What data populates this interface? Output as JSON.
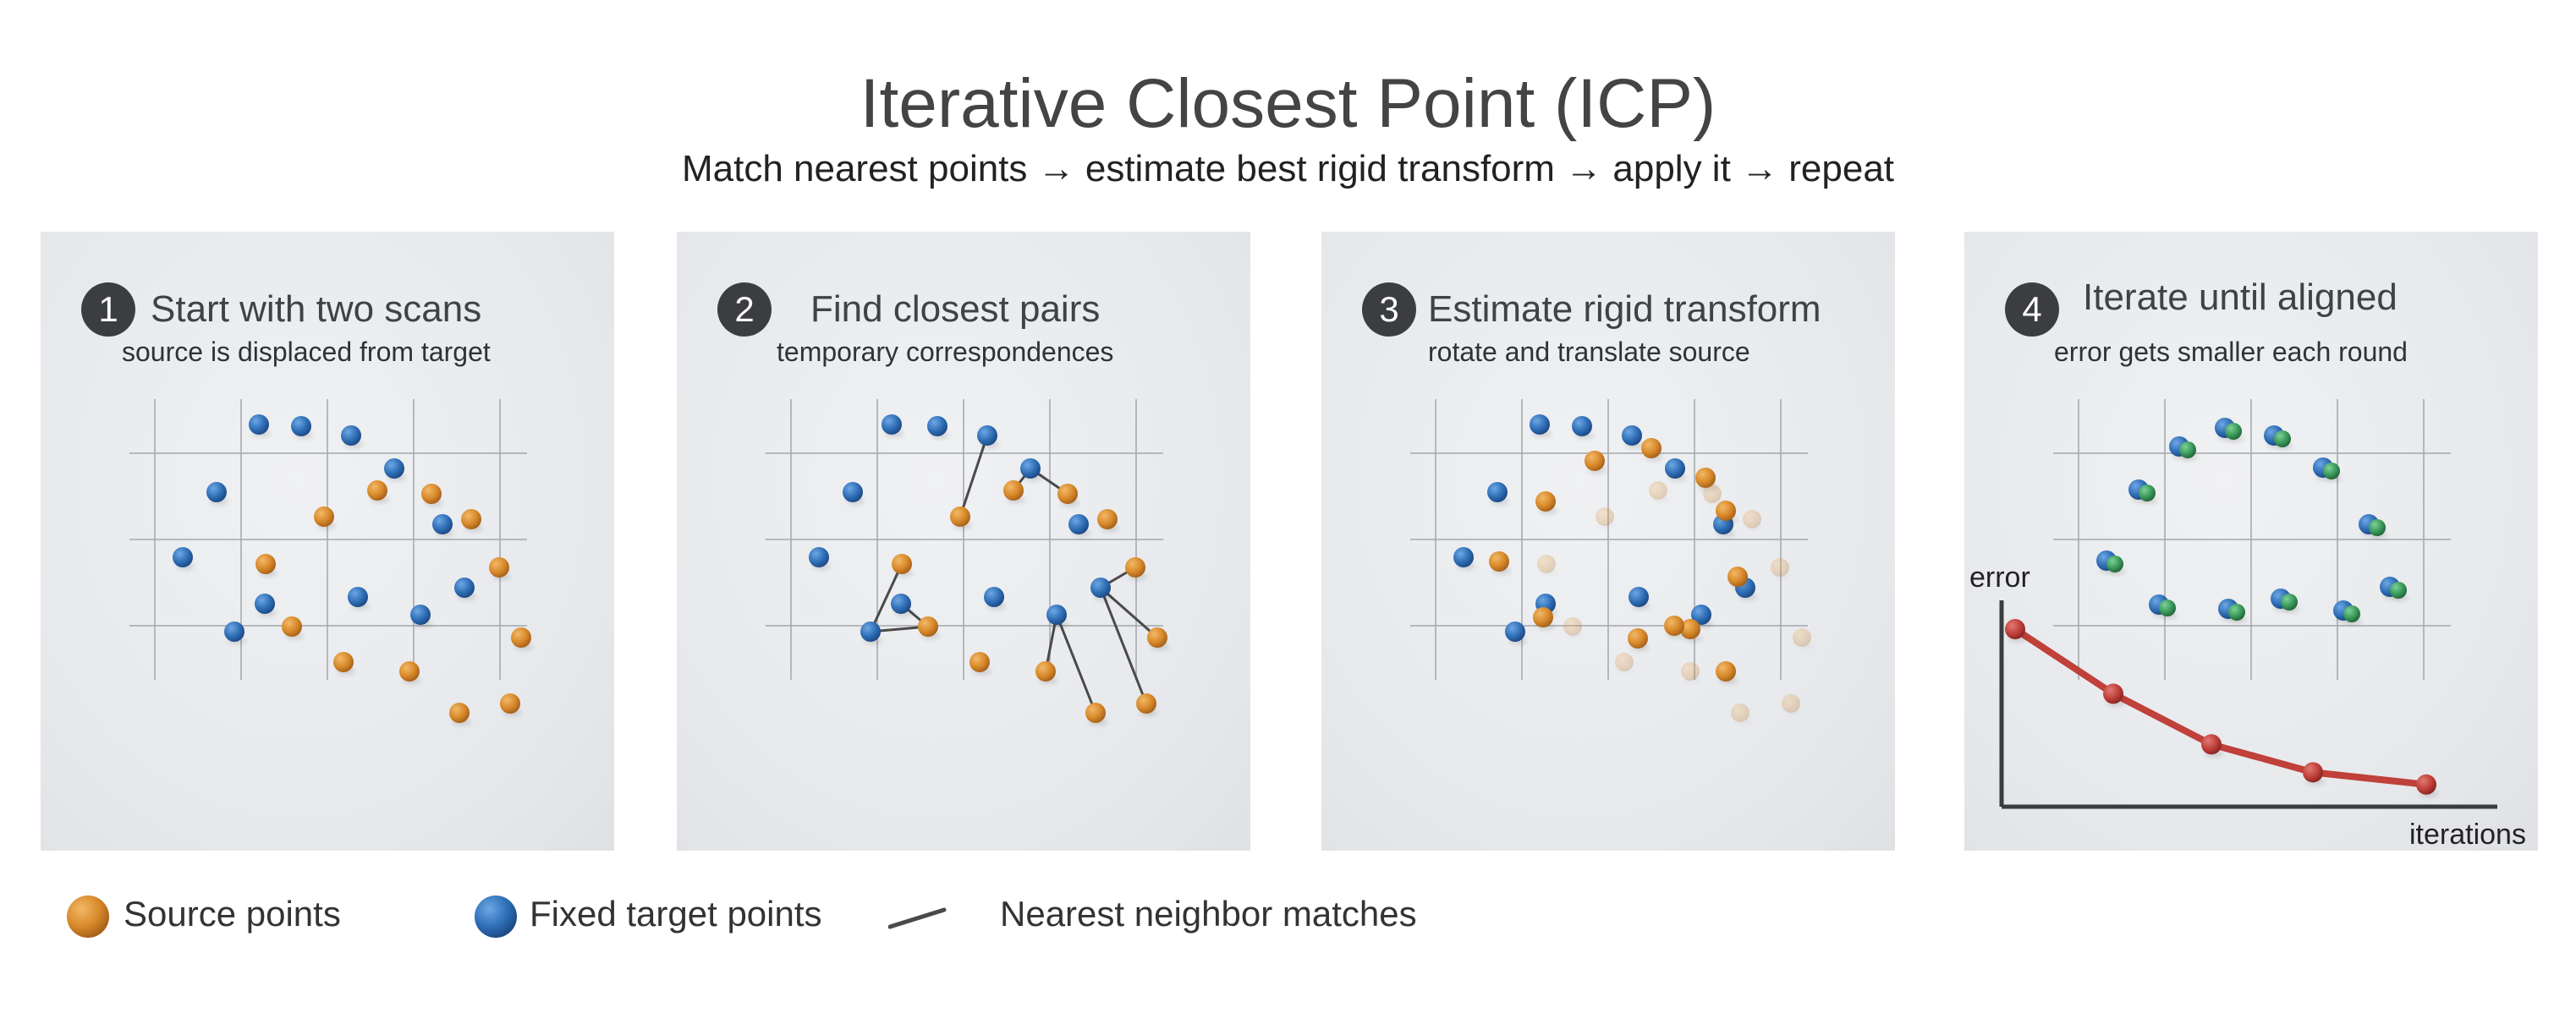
{
  "title": "Iterative Closest Point (ICP)",
  "subtitle": "Match nearest points → estimate best rigid transform → apply it → repeat",
  "panels": [
    {
      "number": "1",
      "title": "Start with two scans",
      "caption": "source is displaced from target"
    },
    {
      "number": "2",
      "title": "Find closest pairs",
      "caption": "temporary correspondences"
    },
    {
      "number": "3",
      "title": "Estimate rigid transform",
      "caption": "rotate and translate source"
    },
    {
      "number": "4",
      "title": "Iterate until aligned",
      "caption": "error gets smaller each round"
    }
  ],
  "error_plot": {
    "ylabel": "error",
    "xlabel": "iterations",
    "values": [
      1.0,
      0.63,
      0.34,
      0.18,
      0.11
    ]
  },
  "legend": {
    "source_label": "Source points",
    "target_label": "Fixed target points",
    "match_label": "Nearest neighbor matches"
  },
  "colors": {
    "source": "#d8892a",
    "target": "#2f6fb7",
    "aligned": "#3a9a5a",
    "match_line": "#4a4a4a",
    "error_curve": "#c0403a",
    "grid": "#a8abb0",
    "badge": "#3b3d40"
  }
}
